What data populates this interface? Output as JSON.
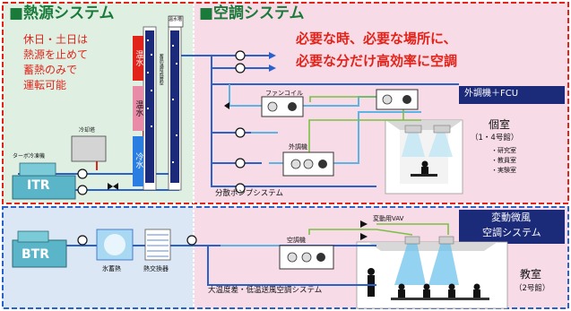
{
  "heat": {
    "title": "■熱源システム",
    "note": [
      "休日・土日は",
      "熱源を止めて",
      "蓄熱のみで",
      "運転可能"
    ],
    "turbo_label": "ターボ冷凍機",
    "itr": "ITR",
    "hx_label": "冷却塔",
    "tank_top_label": "温水槽",
    "tanks": [
      "温水",
      "温水",
      "冷水"
    ],
    "tank_vertical": "蓄熱温度成層型",
    "btr": "BTR",
    "ice": "氷蓄熱",
    "exchanger": "熱交換器"
  },
  "ac": {
    "title": "■空調システム",
    "headline": [
      "必要な時、必要な場所に、",
      "必要な分だけ高効率に空調"
    ],
    "fcu_badge": "外調機＋FCU",
    "fancoil": "ファンコイル",
    "outdoor_unit": "外調機",
    "pump_system": "分散ポンプシステム",
    "private_room": [
      "個室",
      "（1・4号館）",
      "・研究室",
      "・教員室",
      "・実験室"
    ],
    "vav_badge": [
      "変動微風",
      "空調システム"
    ],
    "vav": "変動用VAV",
    "ahu": "空調機",
    "lowtemp_system": "大温度差・低温送風空調システム",
    "classroom": [
      "教室",
      "（2号館）"
    ]
  },
  "colors": {
    "green_title": "#1a7a3a",
    "red": "#e2231a",
    "navy": "#1c2a7a",
    "pink_bg": "#f7dbe6",
    "green_bg": "#dff0e3",
    "blue_bg": "#dbe7f5",
    "pipe_blue": "#2a62c9",
    "pipe_light": "#5ab5e6",
    "pipe_red": "#e2231a",
    "pipe_green": "#7bc043"
  }
}
